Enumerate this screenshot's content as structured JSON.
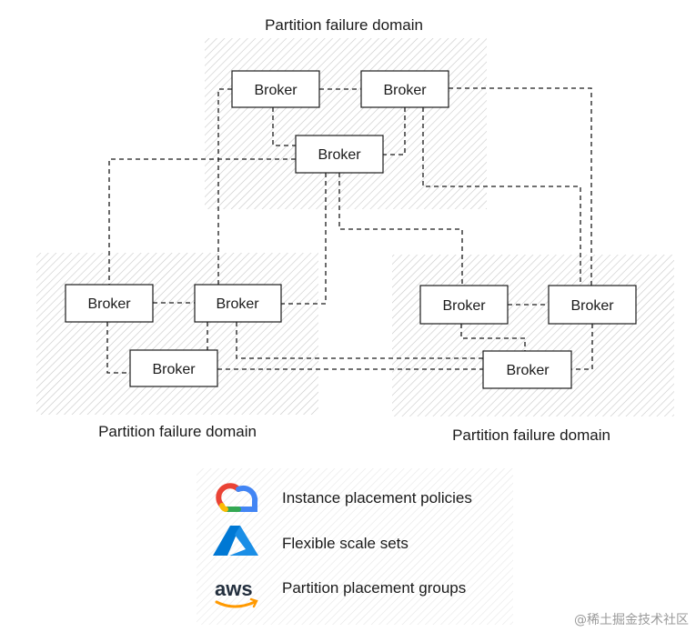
{
  "domains": [
    {
      "id": "top",
      "label": "Partition failure domain"
    },
    {
      "id": "left",
      "label": "Partition failure domain"
    },
    {
      "id": "right",
      "label": "Partition failure domain"
    }
  ],
  "nodes": [
    {
      "id": "t1",
      "label": "Broker"
    },
    {
      "id": "t2",
      "label": "Broker"
    },
    {
      "id": "t3",
      "label": "Broker"
    },
    {
      "id": "l1",
      "label": "Broker"
    },
    {
      "id": "l2",
      "label": "Broker"
    },
    {
      "id": "l3",
      "label": "Broker"
    },
    {
      "id": "r1",
      "label": "Broker"
    },
    {
      "id": "r2",
      "label": "Broker"
    },
    {
      "id": "r3",
      "label": "Broker"
    }
  ],
  "legend": {
    "items": [
      {
        "icon": "google-cloud-icon",
        "text": "Instance placement policies"
      },
      {
        "icon": "azure-icon",
        "text": "Flexible scale sets"
      },
      {
        "icon": "aws-icon",
        "text": "Partition placement groups"
      }
    ]
  },
  "colors": {
    "hatch": "#c8c8c8",
    "gcp_red": "#ea4335",
    "gcp_yellow": "#fbbc04",
    "gcp_green": "#34a853",
    "gcp_blue": "#4285f4",
    "azure_blue": "#0078d4",
    "aws_dark": "#232f3e",
    "aws_orange": "#ff9900"
  },
  "watermark": "@稀土掘金技术社区"
}
